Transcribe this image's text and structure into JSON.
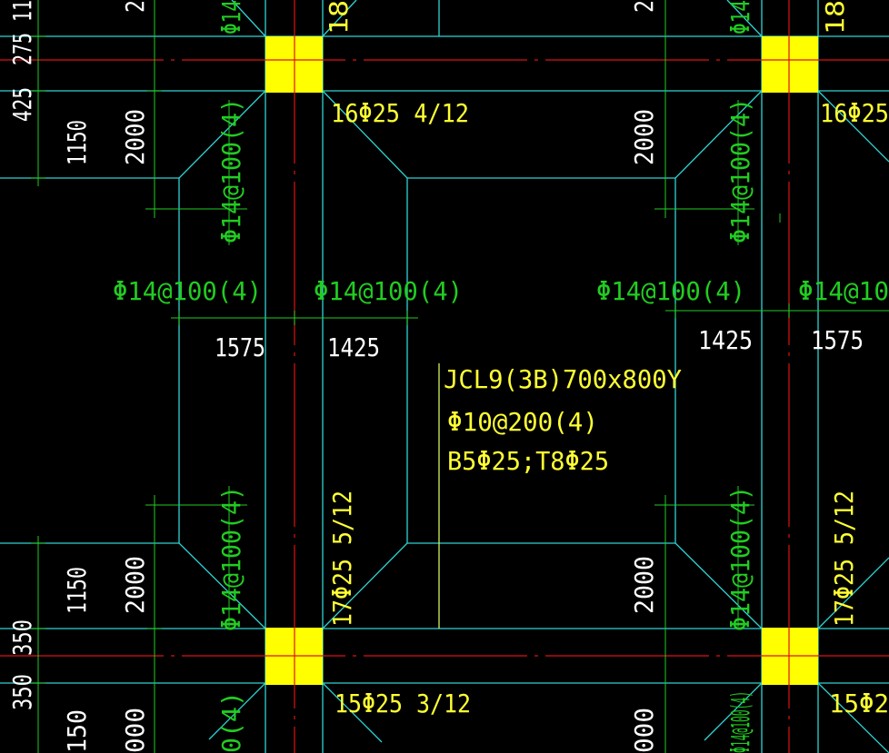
{
  "colors": {
    "background": "#000000",
    "beam_outline": "#2fd4d4",
    "axis": "#e01010",
    "column": "#ffff00",
    "label_yellow": "#ffff33",
    "label_green": "#22cc22",
    "dimension_white": "#ffffff",
    "dimension_line": "#22cc22"
  },
  "beam_label": {
    "line1": "JCL9(3B)700x800Y",
    "line2": "Φ10@200(4)",
    "line3": "B5Φ25;T8Φ25"
  },
  "rebar_labels": {
    "top_left": "16Φ25  4/12",
    "top_right": "16Φ25",
    "bottom_left": "15Φ25  3/12",
    "bottom_right": "15Φ2",
    "left_vertical": "17Φ25  5/12",
    "right_vertical": "17Φ25  5/12"
  },
  "stirrups": {
    "h1": "Φ14@100(4)",
    "h2": "Φ14@100(4)",
    "h3": "Φ14@100(4)",
    "h4": "Φ14@10",
    "v_upper_left": "Φ14@100(4)",
    "v_upper_right": "Φ14@100(4)",
    "v_lower_left": "Φ14@100(4)",
    "v_lower_right": "Φ14@100(4)",
    "v_bottom_left_partial": "0(4)",
    "v_bottom_right_partial": "Φ14@100(4)"
  },
  "dimensions": {
    "h_1575_left": "1575",
    "h_1425_left": "1425",
    "h_1425_right": "1425",
    "h_1575_right": "1575",
    "v_2000_ul": "2000",
    "v_1150_ul": "1150",
    "v_2000_ur": "2000",
    "v_2000_ll": "2000",
    "v_1150_ll": "1150",
    "v_2000_lr": "2000",
    "v_425": "425",
    "v_275": "275",
    "v_350a": "350",
    "v_350b": "350",
    "v_150": "150",
    "v_000a": "000",
    "v_000b": "000",
    "top_11": "11",
    "top_2a": "2",
    "top_2b": "2",
    "top_18a": "18",
    "top_18b": "18",
    "top_phi_a": "Φ14",
    "top_phi_b": "Φ14"
  }
}
